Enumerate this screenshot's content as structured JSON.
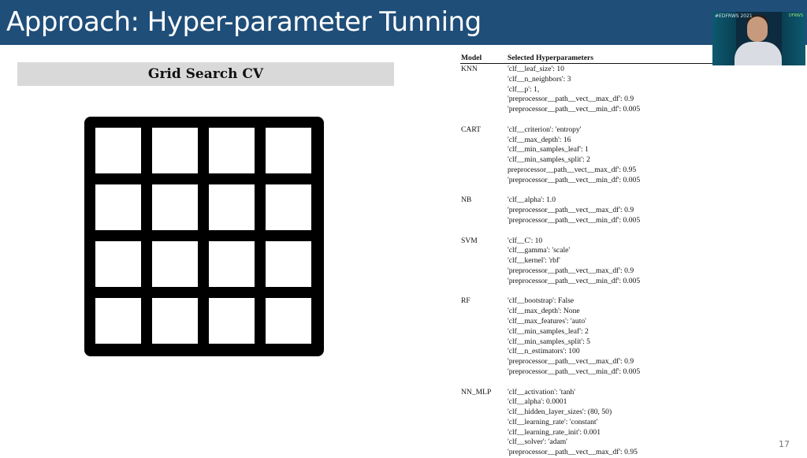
{
  "slide": {
    "title": "Approach: Hyper-parameter Tunning",
    "page_number": "17"
  },
  "webcam": {
    "watermark": "#EDFRWS 2021",
    "badge": "DFRWS"
  },
  "grid_panel": {
    "heading": "Grid Search CV",
    "icon": "grid-icon"
  },
  "hyperparameter_table": {
    "columns": [
      "Model",
      "Selected Hyperparameters"
    ],
    "rows": [
      {
        "model": "KNN",
        "params": [
          "'clf__leaf_size': 10",
          "'clf__n_neighbors': 3",
          "'clf__p': 1,",
          "'preprocessor__path__vect__max_df': 0.9",
          "'preprocessor__path__vect__min_df': 0.005"
        ]
      },
      {
        "model": "CART",
        "params": [
          "'clf__criterion': 'entropy'",
          "'clf__max_depth': 16",
          "'clf__min_samples_leaf': 1",
          "'clf__min_samples_split': 2",
          "preprocessor__path__vect__max_df': 0.95",
          "'preprocessor__path__vect__min_df': 0.005"
        ]
      },
      {
        "model": "NB",
        "params": [
          "'clf__alpha': 1.0",
          "'preprocessor__path__vect__max_df': 0.9",
          "'preprocessor__path__vect__min_df': 0.005"
        ]
      },
      {
        "model": "SVM",
        "params": [
          "'clf__C': 10",
          "'clf__gamma': 'scale'",
          "'clf__kernel': 'rbf'",
          "'preprocessor__path__vect__max_df': 0.9",
          "'preprocessor__path__vect__min_df': 0.005"
        ]
      },
      {
        "model": "RF",
        "params": [
          "'clf__bootstrap': False",
          "'clf__max_depth': None",
          "'clf__max_features': 'auto'",
          "'clf__min_samples_leaf': 2",
          "'clf__min_samples_split': 5",
          "'clf__n_estimators': 100",
          "'preprocessor__path__vect__max_df': 0.9",
          "'preprocessor__path__vect__min_df': 0.005"
        ]
      },
      {
        "model": "NN_MLP",
        "params": [
          "'clf__activation': 'tanh'",
          "'clf__alpha': 0.0001",
          "'clf__hidden_layer_sizes': (80, 50)",
          "'clf__learning_rate': 'constant'",
          "'clf__learning_rate_init': 0.001",
          "'clf__solver': 'adam'",
          "'preprocessor__path__vect__max_df': 0.95"
        ]
      }
    ]
  },
  "colors": {
    "title_bar": "#1f4e79",
    "title_text": "#ffffff",
    "grid_header_bg": "#d9d9d9",
    "grid_icon": "#000000"
  }
}
